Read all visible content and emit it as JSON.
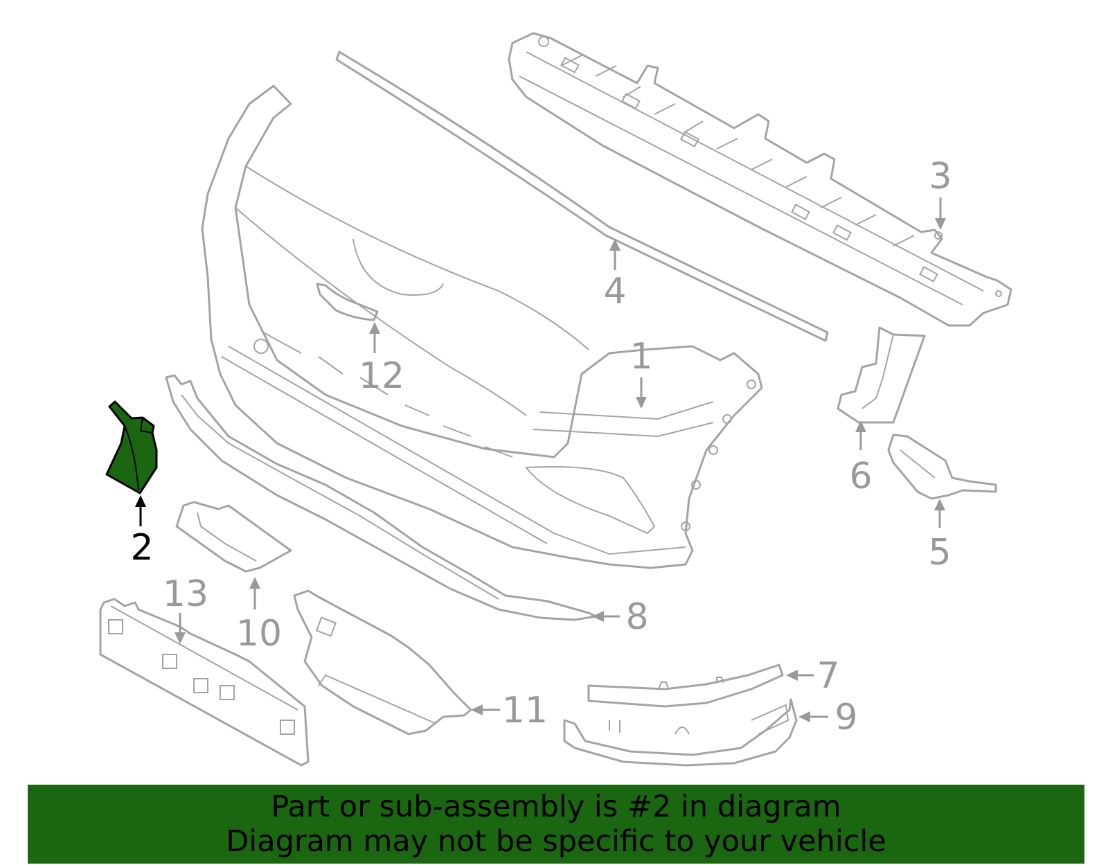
{
  "banner": {
    "line1": "Part or sub-assembly is #2 in diagram",
    "line2": "Diagram may not be specific to your vehicle"
  },
  "colors": {
    "highlight_fill": "#1a6611",
    "banner_bg": "#1a6611",
    "part_stroke": "#a3a3a3",
    "callout": "#999999"
  },
  "highlighted_part": "2",
  "callouts": {
    "c1": "1",
    "c2": "2",
    "c3": "3",
    "c4": "4",
    "c5": "5",
    "c6": "6",
    "c7": "7",
    "c8": "8",
    "c9": "9",
    "c10": "10",
    "c11": "11",
    "c12": "12",
    "c13": "13"
  }
}
